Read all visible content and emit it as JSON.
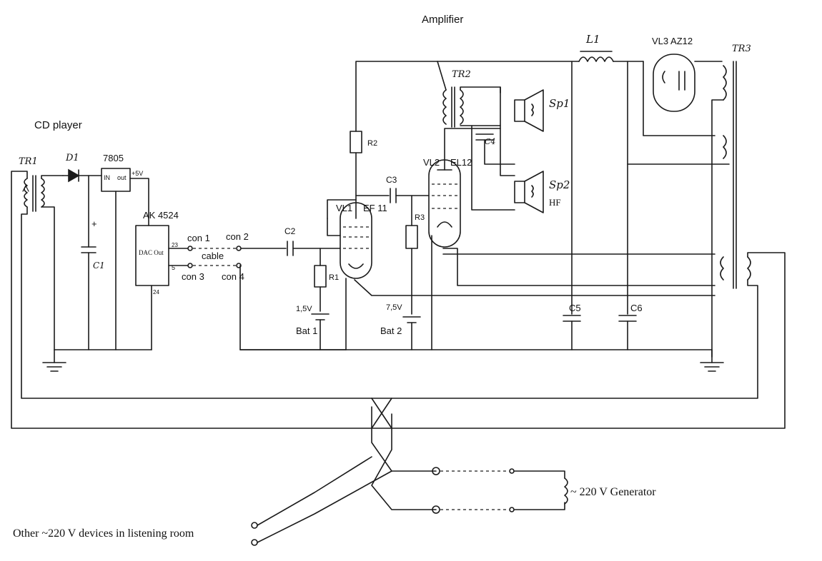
{
  "titles": {
    "amplifier": "Amplifier",
    "cd_player": "CD player"
  },
  "components": {
    "tr1": "TR1",
    "d1": "D1",
    "reg": "7805",
    "reg_in": "IN",
    "reg_out": "out",
    "reg_v": "+5V",
    "dac": "AK 4524",
    "dac_box": "DAC Out",
    "pin23": "23",
    "pin5": "5",
    "pin24": "24",
    "c1": "C1",
    "c1_plus": "+",
    "con1": "con 1",
    "con2": "con 2",
    "con3": "con 3",
    "con4": "con 4",
    "cable": "cable",
    "c2": "C2",
    "c3": "C3",
    "c4": "C4",
    "c5": "C5",
    "c6": "C6",
    "r1": "R1",
    "r2": "R2",
    "r3": "R3",
    "bat1_v": "1,5V",
    "bat1": "Bat 1",
    "bat2_v": "7,5V",
    "bat2": "Bat 2",
    "vl1": "VL1",
    "vl1_type": "EF 11",
    "vl2": "VL2",
    "vl2_type": "EL12",
    "vl3": "VL3 AZ12",
    "l1": "L1",
    "tr2": "TR2",
    "tr3": "TR3",
    "sp1": "Sp1",
    "sp2": "Sp2",
    "hf": "HF",
    "generator": "~ 220 V Generator",
    "other_devices": "Other ~220 V devices in listening room"
  }
}
